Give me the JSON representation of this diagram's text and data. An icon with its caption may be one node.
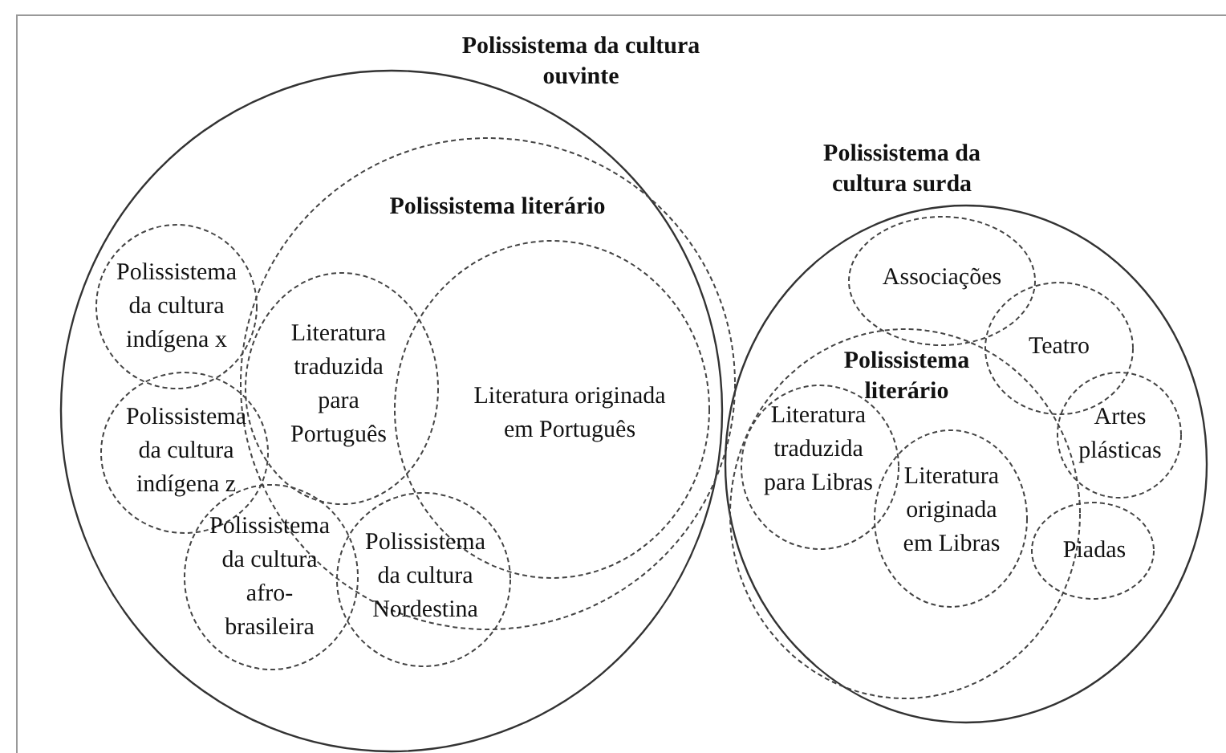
{
  "diagram": {
    "nodes": [
      {
        "text": [
          "Polissistema da cultura ouvinte"
        ]
      },
      {
        "text": [
          "Polissistema literário"
        ],
        "in": 0
      },
      {
        "text": [
          "Polissistema da cultura indígena x"
        ],
        "in": 0
      },
      {
        "text": [
          "Polissistema da cultura indígena z"
        ],
        "in": 0
      },
      {
        "text": [
          "Literatura traduzida para Português"
        ],
        "in": 1
      },
      {
        "text": [
          "Literatura originada em Português"
        ],
        "in": 1
      },
      {
        "text": [
          "Polissistema da cultura afro-brasileira"
        ],
        "in": 0
      },
      {
        "text": [
          "Polissistema da cultura Nordestina"
        ],
        "in": 0
      },
      {
        "text": [
          "Polissistema da cultura surda"
        ]
      },
      {
        "text": [
          "Associações"
        ],
        "in": 8
      },
      {
        "text": [
          "Teatro"
        ],
        "in": 8
      },
      {
        "text": [
          "Polissistema literário"
        ],
        "in": 8
      },
      {
        "text": [
          "Literatura traduzida para Libras"
        ],
        "in": 11
      },
      {
        "text": [
          "Literatura originada em Libras"
        ],
        "in": 11
      },
      {
        "text": [
          "Artes plásticas"
        ],
        "in": 8
      },
      {
        "text": [
          "Piadas"
        ],
        "in": 8
      }
    ],
    "edges": []
  }
}
